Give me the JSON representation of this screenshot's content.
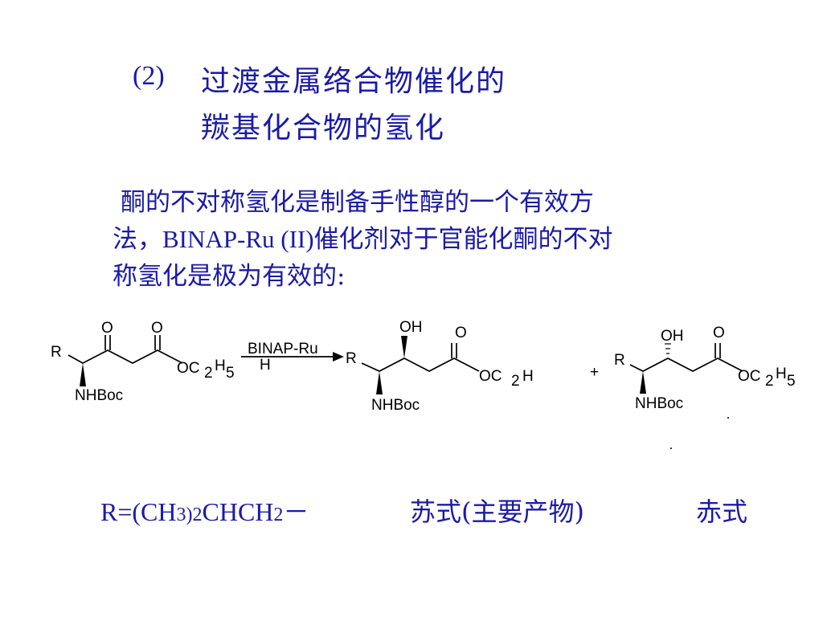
{
  "heading": {
    "number": "(2)",
    "line1": "过渡金属络合物催化的",
    "line2": "羰基化合物的氢化"
  },
  "paragraph": {
    "line1": "酮的不对称氢化是制备手性醇的一个有效方",
    "line2_pre": "法，",
    "line2_catalyst": "BINAP-Ru (II)",
    "line2_post": "催化剂对于官能化酮的不对",
    "line3": "称氢化是极为有效的:"
  },
  "scheme": {
    "reactant": {
      "r_label": "R",
      "oxo1": "O",
      "oxo2": "O",
      "ester_oc": "OC",
      "ester_sub2": "2",
      "ester_h": "H",
      "ester_sub5": "5",
      "amine": "NHBoc"
    },
    "arrow": {
      "reagent_top": "BINAP-Ru",
      "reagent_bottom": "H"
    },
    "product_main": {
      "r_label": "R",
      "hydroxyl": "OH",
      "oxo": "O",
      "ester_oc": "OC",
      "ester_sub2": "2",
      "ester_h": "H",
      "amine": "NHBoc"
    },
    "plus": "+",
    "product_minor": {
      "r_label": "R",
      "hydroxyl": "OH",
      "oxo": "O",
      "ester_oc": "OC",
      "ester_sub2": "2",
      "ester_h": "H",
      "ester_sub5": "5",
      "amine": "NHBoc"
    }
  },
  "footer": {
    "r_prefix": "R=(CH",
    "r_sub3": "3",
    "r_mid": ")",
    "r_sub2a": "2",
    "r_chch": "CHCH",
    "r_sub2b": "2",
    "r_dash": "－",
    "threo_label": "苏式(主要产物)",
    "erythro_label": "赤式"
  },
  "colors": {
    "text": "#1a1aa8",
    "structure": "#000000",
    "background": "#ffffff"
  }
}
